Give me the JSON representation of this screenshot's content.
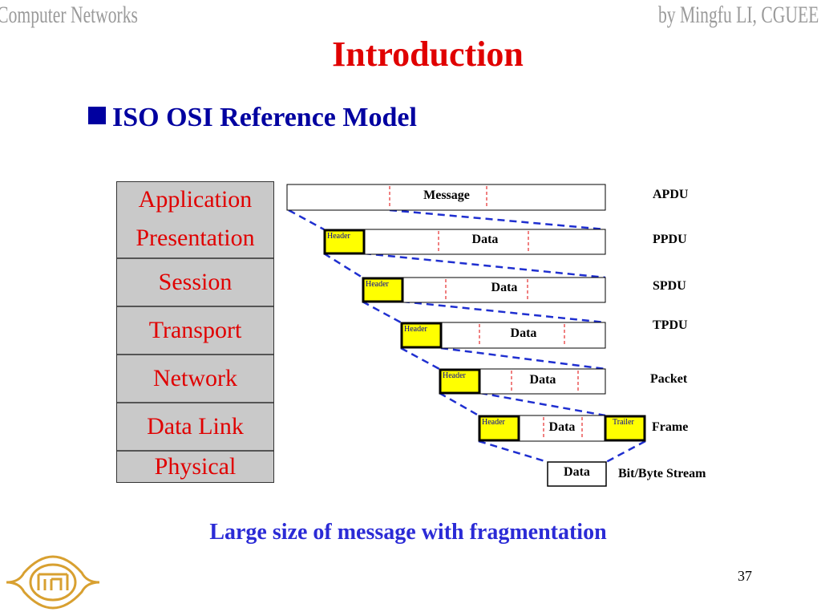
{
  "header": {
    "left": "Computer Networks",
    "right": "by Mingfu LI, CGUEE"
  },
  "title": "Introduction",
  "subtitle": "ISO OSI Reference Model",
  "layers": [
    "Application",
    "Presentation",
    "Session",
    "Transport",
    "Network",
    "Data Link",
    "Physical"
  ],
  "boxes": {
    "message": "Message",
    "data": "Data",
    "header": "Header",
    "trailer": "Trailer"
  },
  "pdus": [
    "APDU",
    "PPDU",
    "SPDU",
    "TPDU",
    "Packet",
    "Frame",
    "Bit/Byte Stream"
  ],
  "footnote": "Large size of message with fragmentation",
  "page_number": "37",
  "colors": {
    "title": "#e00000",
    "subtitle": "#0000a0",
    "layer_text": "#e00000",
    "layer_bg": "#c9c9c9",
    "header_fill": "#ffff00",
    "dashed_line": "#1f2fd0",
    "footnote": "#2b2bd6",
    "logo": "#d8a030"
  }
}
